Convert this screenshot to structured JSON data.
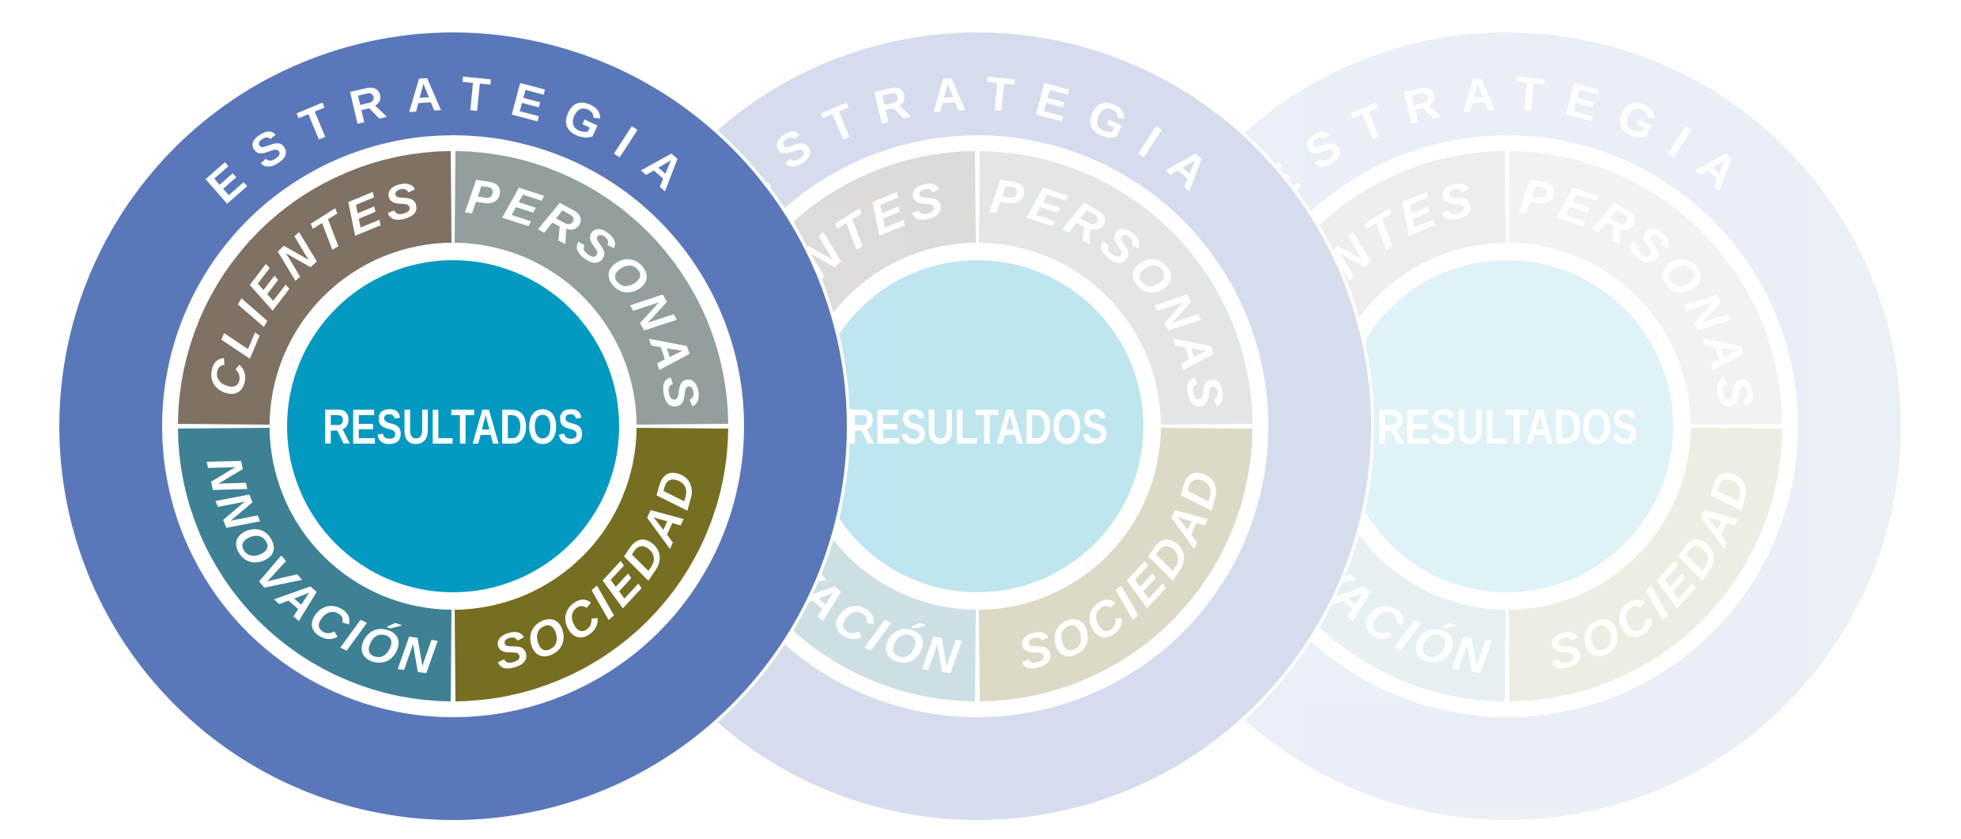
{
  "diagram": {
    "wheels": [
      {
        "opacity": 1.0,
        "outer_label": "ESTRATEGIA",
        "center_label": "RESULTADOS",
        "segments": [
          {
            "label": "CLIENTES"
          },
          {
            "label": "PERSONAS"
          },
          {
            "label": "SOCIEDAD"
          },
          {
            "label": "INNOVACIÓN"
          }
        ]
      },
      {
        "opacity": 0.25,
        "outer_label": "ESTRATEGIA",
        "center_label": "RESULTADOS",
        "segments": [
          {
            "label": "CLIENTES"
          },
          {
            "label": "PERSONAS"
          },
          {
            "label": "SOCIEDAD"
          },
          {
            "label": "INNOVACIÓN"
          }
        ]
      },
      {
        "opacity": 0.12,
        "outer_label": "ESTRATEGIA",
        "center_label": "RESULTADOS",
        "segments": [
          {
            "label": "CLIENTES"
          },
          {
            "label": "PERSONAS"
          },
          {
            "label": "SOCIEDAD"
          },
          {
            "label": "INNOVACIÓN"
          }
        ]
      }
    ],
    "colors": {
      "outer_ring": "#5a78b9",
      "white_band": "#ffffff",
      "clientes": "#7f7163",
      "personas": "#929f9e",
      "sociedad": "#766f22",
      "innovacion": "#3e8195",
      "center": "#0399c1"
    }
  }
}
